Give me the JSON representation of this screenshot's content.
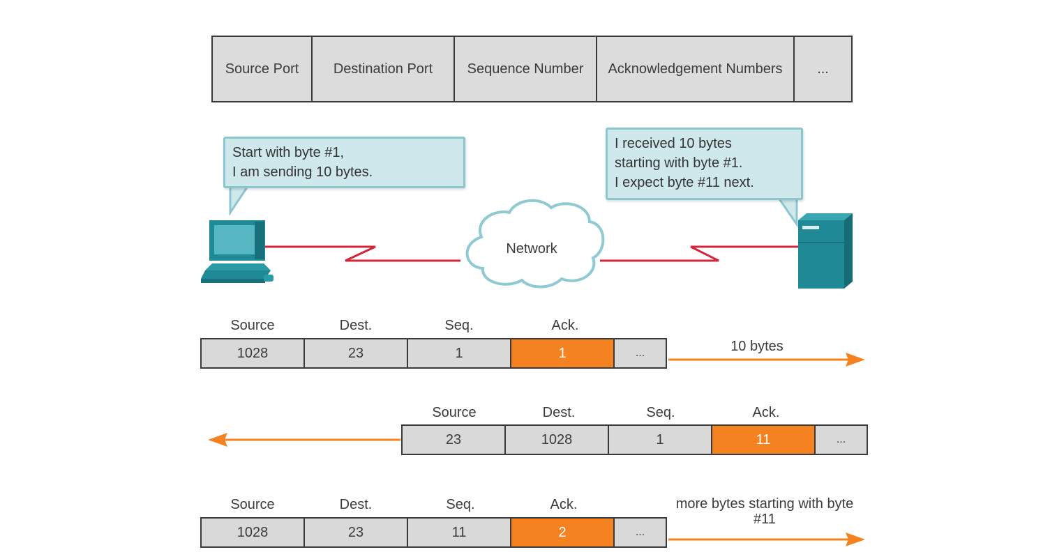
{
  "header_fields": [
    "Source Port",
    "Destination Port",
    "Sequence Number",
    "Acknowledgement Numbers",
    "..."
  ],
  "client_bubble": {
    "lines": [
      "Start with byte #1,",
      "I am sending 10 bytes."
    ]
  },
  "server_bubble": {
    "lines": [
      "I received 10 bytes",
      "starting with byte #1.",
      "I expect byte #11 next."
    ]
  },
  "network_label": "Network",
  "column_labels": [
    "Source",
    "Dest.",
    "Seq.",
    "Ack."
  ],
  "segments": [
    {
      "values": [
        "1028",
        "23",
        "1",
        "1",
        "..."
      ],
      "direction": "right",
      "arrow_label": "10 bytes"
    },
    {
      "values": [
        "23",
        "1028",
        "1",
        "11",
        "..."
      ],
      "direction": "left",
      "arrow_label": ""
    },
    {
      "values": [
        "1028",
        "23",
        "11",
        "2",
        "..."
      ],
      "direction": "right",
      "arrow_label": "more bytes starting with byte #11"
    }
  ],
  "colors": {
    "ack_highlight": "#f58220",
    "link": "#d4243b",
    "device": "#1f8a96",
    "bubble": "#cfe8ec"
  }
}
